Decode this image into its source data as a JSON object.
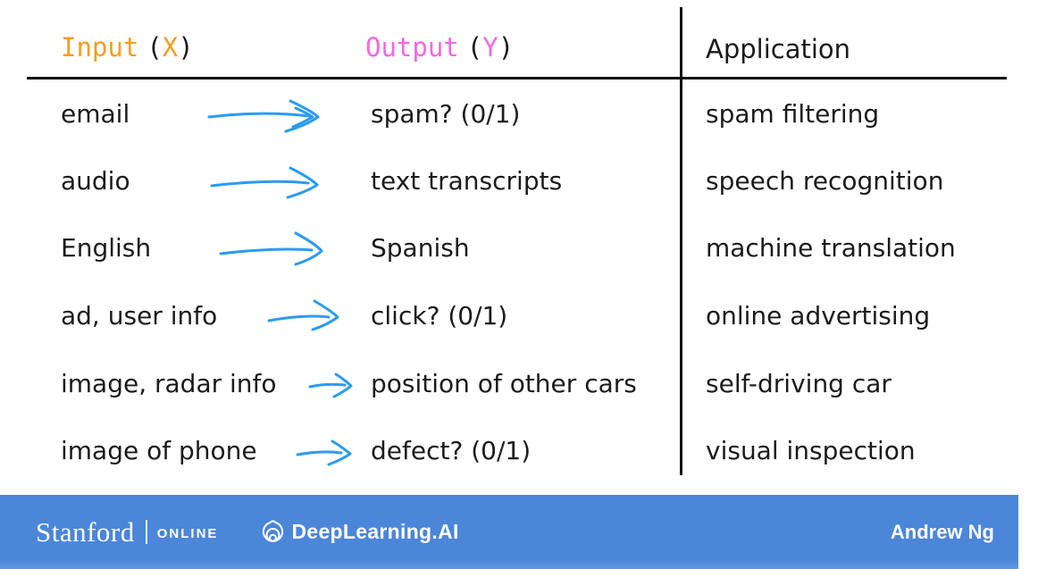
{
  "headers": {
    "input_label": "Input",
    "paren_open": "(",
    "input_var": "X",
    "paren_close": ")",
    "output_label": "Output",
    "output_var": "Y",
    "application_label": "Application"
  },
  "rows": [
    {
      "input": "email",
      "output": "spam? (0/1)",
      "application": "spam filtering"
    },
    {
      "input": "audio",
      "output": "text transcripts",
      "application": "speech recognition"
    },
    {
      "input": "English",
      "output": "Spanish",
      "application": "machine translation"
    },
    {
      "input": "ad, user info",
      "output": "click? (0/1)",
      "application": "online advertising"
    },
    {
      "input": "image, radar info",
      "output": "position of other cars",
      "application": "self-driving car"
    },
    {
      "input": "image of phone",
      "output": "defect? (0/1)",
      "application": "visual inspection"
    }
  ],
  "footer": {
    "stanford": "Stanford",
    "online": "ONLINE",
    "deeplearning": "DeepLearning.AI",
    "author": "Andrew Ng"
  },
  "colors": {
    "input_accent": "#F59E1D",
    "output_accent": "#F268E0",
    "arrow_blue": "#2B9BF0",
    "footer_bg": "#4B86D8",
    "text": "#1B1B1B"
  },
  "icons": {
    "arrow": "hand-drawn-right-arrow",
    "logo": "deeplearning-ai-rings"
  }
}
